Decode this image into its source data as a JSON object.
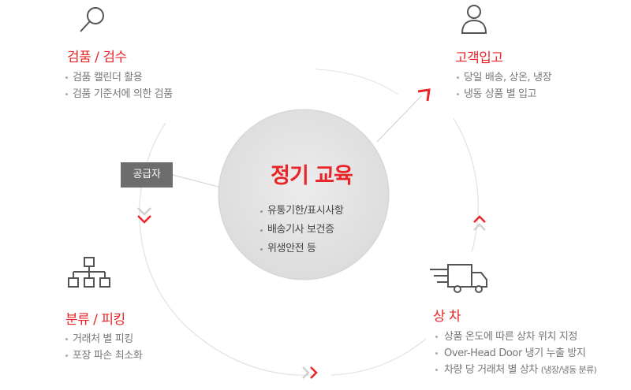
{
  "center": {
    "title": "정기 교육",
    "items": [
      "유통기한/표시사항",
      "배송기사 보건증",
      "위생안전 등"
    ]
  },
  "supplier_label": "공급자",
  "nodes": {
    "inspection": {
      "icon": "search-icon",
      "title": "검품 / 검수",
      "items": [
        "검품 캘린더 활용",
        "검품 기준서에 의한 검품"
      ]
    },
    "warehousing": {
      "icon": "person-icon",
      "title": "고객입고",
      "items": [
        "당일 배송, 상온, 냉장",
        "냉동 상품 별 입고"
      ]
    },
    "sorting": {
      "icon": "hierarchy-icon",
      "title": "분류 / 피킹",
      "items": [
        "거래처 별 피킹",
        "포장 파손 최소화"
      ]
    },
    "loading": {
      "icon": "truck-icon",
      "title": "상 차",
      "items": [
        "상품 온도에 따른 상차 위치 지정",
        "Over-Head Door 냉기 누출 방지"
      ],
      "last_item": "차량 당 거래처 별 상차",
      "last_item_note": "(냉장/냉동 분류)"
    }
  },
  "colors": {
    "accent": "#e8262a",
    "center_fill": "#e8e8e8",
    "ring": "#e2e2e2",
    "supplier_box": "#6d6d6d",
    "icon_stroke": "#555555"
  }
}
